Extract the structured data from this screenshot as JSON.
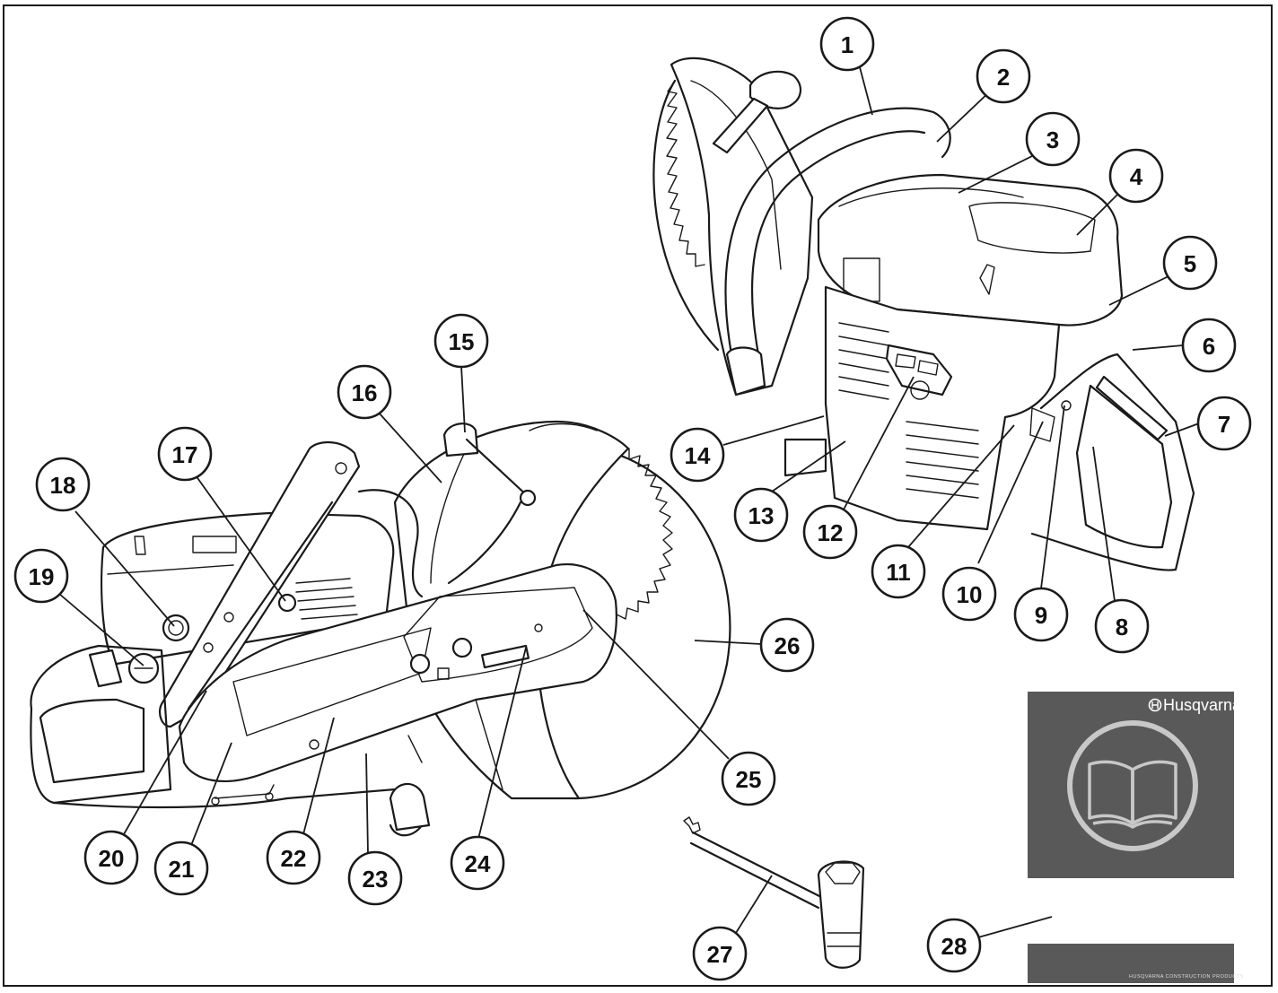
{
  "callouts": [
    {
      "id": "1",
      "label": "1"
    },
    {
      "id": "2",
      "label": "2"
    },
    {
      "id": "3",
      "label": "3"
    },
    {
      "id": "4",
      "label": "4"
    },
    {
      "id": "5",
      "label": "5"
    },
    {
      "id": "6",
      "label": "6"
    },
    {
      "id": "7",
      "label": "7"
    },
    {
      "id": "8",
      "label": "8"
    },
    {
      "id": "9",
      "label": "9"
    },
    {
      "id": "10",
      "label": "10"
    },
    {
      "id": "11",
      "label": "11"
    },
    {
      "id": "12",
      "label": "12"
    },
    {
      "id": "13",
      "label": "13"
    },
    {
      "id": "14",
      "label": "14"
    },
    {
      "id": "15",
      "label": "15"
    },
    {
      "id": "16",
      "label": "16"
    },
    {
      "id": "17",
      "label": "17"
    },
    {
      "id": "18",
      "label": "18"
    },
    {
      "id": "19",
      "label": "19"
    },
    {
      "id": "20",
      "label": "20"
    },
    {
      "id": "21",
      "label": "21"
    },
    {
      "id": "22",
      "label": "22"
    },
    {
      "id": "23",
      "label": "23"
    },
    {
      "id": "24",
      "label": "24"
    },
    {
      "id": "25",
      "label": "25"
    },
    {
      "id": "26",
      "label": "26"
    },
    {
      "id": "27",
      "label": "27"
    },
    {
      "id": "28",
      "label": "28"
    }
  ],
  "manual": {
    "brand": "Husqvarna",
    "footer": "HUSQVARNA CONSTRUCTION PRODUCTS",
    "cover_color": "#595959",
    "icon": "open-book-icon"
  },
  "colors": {
    "line": "#1a1a1a",
    "background": "#ffffff",
    "manual": "#595959"
  }
}
